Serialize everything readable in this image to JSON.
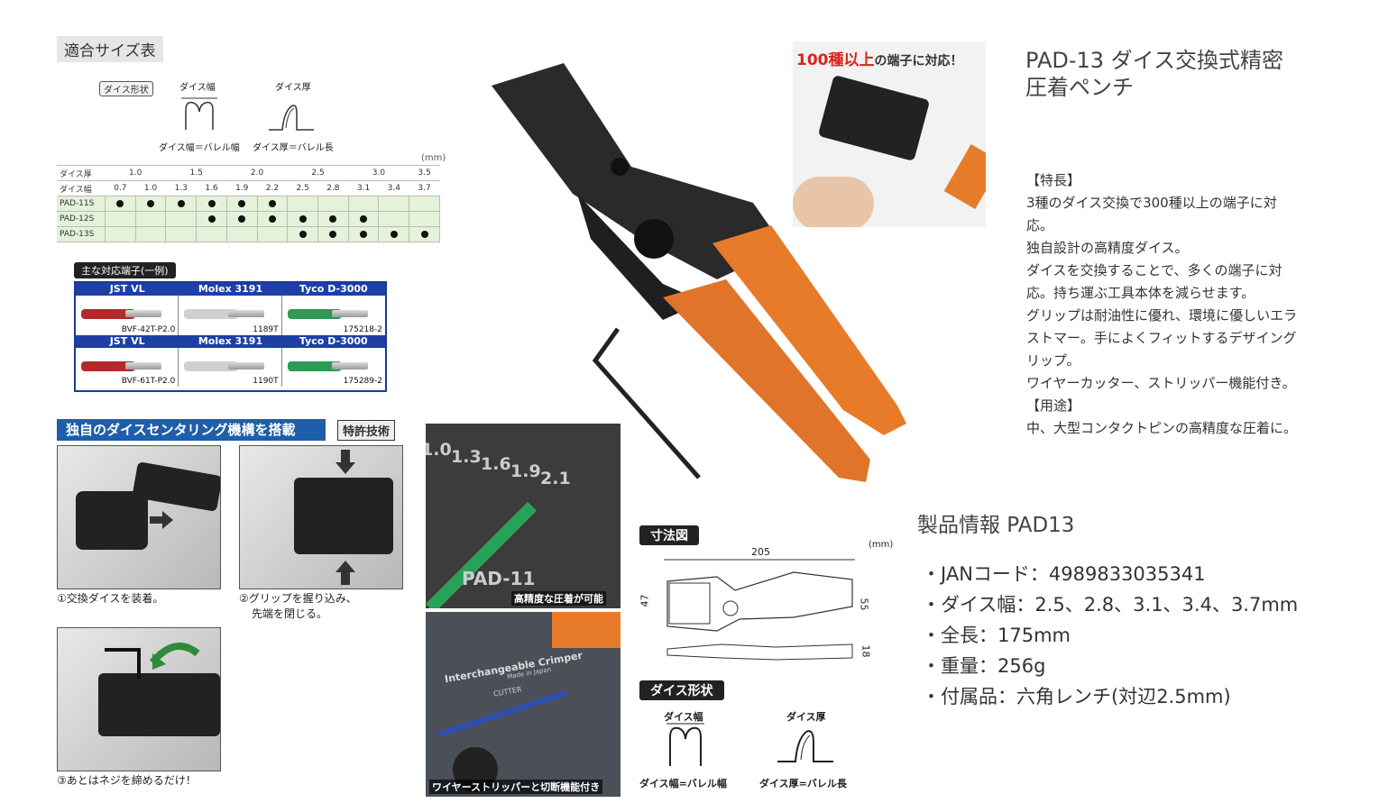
{
  "size_table": {
    "title": "適合サイズ表",
    "shape_tag": "ダイス形状",
    "width_label": "ダイス幅",
    "thickness_label": "ダイス厚",
    "width_caption": "ダイス幅＝バレル幅",
    "thickness_caption": "ダイス厚＝バレル長",
    "unit": "(mm)",
    "row_label_thickness": "ダイス厚",
    "row_label_width": "ダイス幅",
    "thickness_values": [
      "1.0",
      "1.5",
      "2.0",
      "2.5",
      "3.0",
      "3.5"
    ],
    "width_values": [
      "0.7",
      "1.0",
      "1.3",
      "1.6",
      "1.9",
      "2.2",
      "2.5",
      "2.8",
      "3.1",
      "3.4",
      "3.7"
    ],
    "models": [
      {
        "name": "PAD-11S",
        "marks": [
          1,
          1,
          1,
          1,
          1,
          1,
          0,
          0,
          0,
          0,
          0
        ]
      },
      {
        "name": "PAD-12S",
        "marks": [
          0,
          0,
          0,
          1,
          1,
          1,
          1,
          1,
          1,
          0,
          0
        ]
      },
      {
        "name": "PAD-13S",
        "marks": [
          0,
          0,
          0,
          0,
          0,
          0,
          1,
          1,
          1,
          1,
          1
        ]
      }
    ]
  },
  "terminals": {
    "tag": "主な対応端子(一例)",
    "row1": [
      {
        "header": "JST VL",
        "code": "BVF-42T-P2.0"
      },
      {
        "header": "Molex 3191",
        "code": "1189T"
      },
      {
        "header": "Tyco D-3000",
        "code": "175218-2"
      }
    ],
    "row2": [
      {
        "header": "JST VL",
        "code": "BVF-61T-P2.0"
      },
      {
        "header": "Molex 3191",
        "code": "1190T"
      },
      {
        "header": "Tyco D-3000",
        "code": "175289-2"
      }
    ]
  },
  "centering": {
    "banner": "独自のダイスセンタリング機構を搭載",
    "patent": "特許技術",
    "step1": "①交換ダイスを装着。",
    "step2a": "②グリップを握り込み、",
    "step2b": "先端を閉じる。",
    "step3": "③あとはネジを締めるだけ！"
  },
  "photos": {
    "top_banner_big": "100種以上",
    "top_banner_rest": "の端子に対応！",
    "closeup_caption": "高精度な圧着が可能",
    "stripper_caption": "ワイヤーストリッパーと切断機能付き",
    "die_numbers": [
      "1.0",
      "1.3",
      "1.6",
      "1.9",
      "2.1"
    ],
    "die_label": "PAD-11",
    "tool_text": "Interchangeable Crimper",
    "made_in": "Made in Japan",
    "cutter": "CUTTER"
  },
  "dimensions": {
    "tag": "寸法図",
    "unit": "(mm)",
    "length": "205",
    "height_left": "47",
    "height_right": "55",
    "thickness": "18",
    "shape_tag": "ダイス形状",
    "width_label": "ダイス幅",
    "thickness_label": "ダイス厚",
    "width_caption": "ダイス幅=バレル幅",
    "thickness_caption": "ダイス厚=バレル長"
  },
  "product": {
    "title_line1": "PAD-13 ダイス交換式精密",
    "title_line2": "圧着ペンチ",
    "features": [
      "【特長】",
      "3種のダイス交換で300種以上の端子に対",
      "応。",
      "独自設計の高精度ダイス。",
      "ダイスを交換することで、多くの端子に対",
      "応。持ち運ぶ工具本体を減らせます。",
      "グリップは耐油性に優れ、環境に優しいエラ",
      "ストマー。手によくフィットするデザイング",
      "リップ。",
      "ワイヤーカッター、ストリッパー機能付き。",
      "【用途】",
      "中、大型コンタクトピンの高精度な圧着に。"
    ],
    "info_title": "製品情報 PAD13",
    "info": [
      "・JANコード：4989833035341",
      "・ダイス幅：2.5、2.8、3.1、3.4、3.7mm",
      "・全長：175mm",
      "・重量：256g",
      "・付属品：六角レンチ(対辺2.5mm)"
    ]
  },
  "colors": {
    "accent_orange": "#e87b2a",
    "banner_blue": "#1f5ea8",
    "terminal_blue": "#1d3fa6"
  },
  "icons": [
    "arrow-right-icon",
    "arrow-down-icon",
    "arrow-up-icon",
    "rotate-arrow-icon",
    "hex-wrench-icon"
  ]
}
